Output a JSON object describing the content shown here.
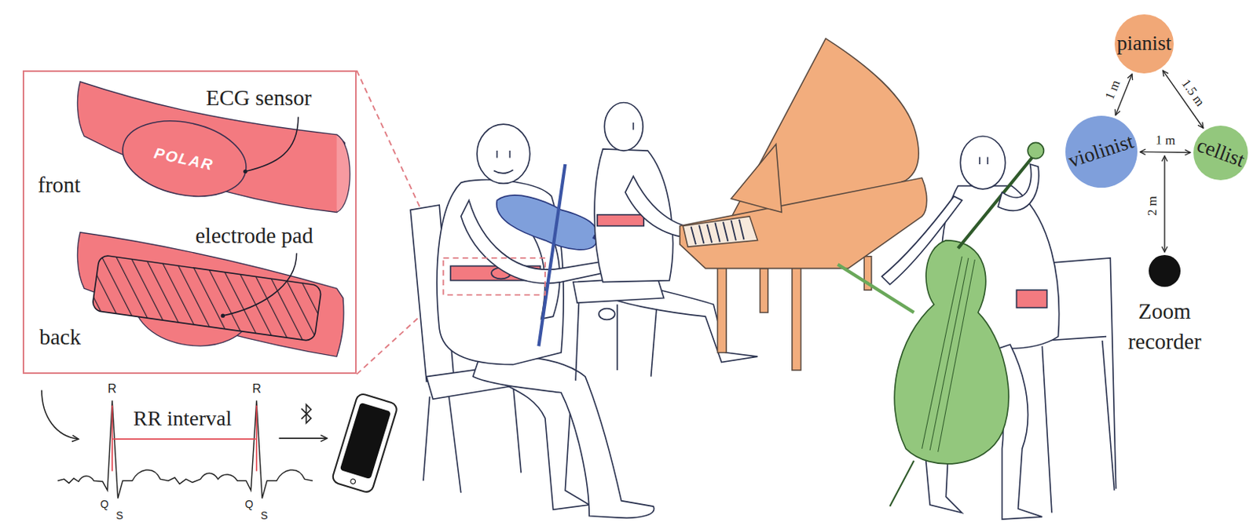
{
  "diagram": {
    "nodes": [
      {
        "text": [
          "ECG sensor",
          "front",
          "electrode pad",
          "back"
        ]
      },
      {
        "text": [
          "pianist"
        ]
      },
      {
        "text": [
          "violinist"
        ]
      },
      {
        "text": [
          "cellist"
        ]
      },
      {
        "text": [
          "Zoom recorder"
        ]
      }
    ],
    "edges": [
      {
        "from": 1,
        "to": 2,
        "label": "1 m",
        "arrow": "both"
      },
      {
        "from": 1,
        "to": 3,
        "label": "1.5 m",
        "arrow": "both"
      },
      {
        "from": 2,
        "to": 3,
        "label": "1 m",
        "arrow": "both"
      }
    ],
    "labels": [
      "POLAR",
      "R",
      "R",
      "RR interval",
      "Q",
      "S",
      "Q",
      "S",
      "2 m"
    ]
  }
}
